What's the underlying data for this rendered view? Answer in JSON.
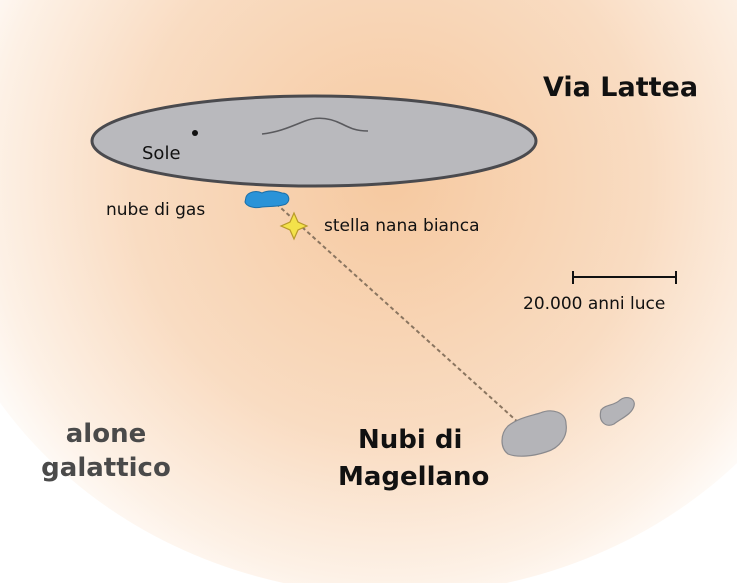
{
  "colors": {
    "halo_center": "#f6c9a0",
    "halo_edge": "#ffffff",
    "galaxy_fill": "#b9b9bd",
    "galaxy_stroke": "#4a4a4e",
    "gas_cloud": "#2a93d8",
    "star": "#f3e24a",
    "trajectory": "#8a7560",
    "magellanic": "#b4b4b8"
  },
  "labels": {
    "milky_way": "Via Lattea",
    "sun": "Sole",
    "gas_cloud": "nube di gas",
    "white_dwarf": "stella nana bianca",
    "scale_bar": "20.000 anni luce",
    "magellanic_line1": "Nubi di",
    "magellanic_line2": "Magellano",
    "halo_line1": "alone",
    "halo_line2": "galattico"
  },
  "icons": {
    "sun": "dot",
    "white_dwarf": "four-point-star"
  }
}
